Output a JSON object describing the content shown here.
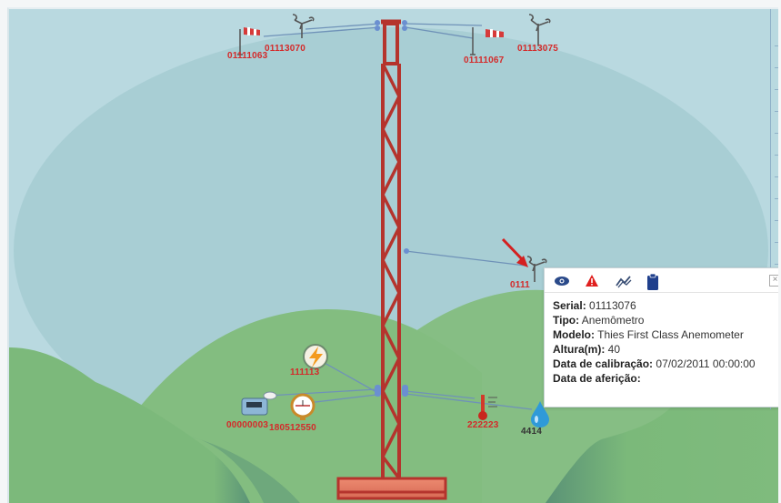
{
  "scene": {
    "title": "Torre anemométrica",
    "colors": {
      "sky": "#b9d9e0",
      "dome": "#a7cfd4",
      "hill_light": "#86bf83",
      "hill_mid": "#7bb97a",
      "hill_dark": "#5a9375",
      "tower": "#b5342d",
      "base": "#e8826b",
      "label": "#d42a2a",
      "cable": "#6f92b8",
      "connector": "#6b8fd0"
    }
  },
  "sensors": [
    {
      "id": "wind-vane-top-left",
      "kind": "wind-vane",
      "serial": "01111063"
    },
    {
      "id": "anemometer-top-left",
      "kind": "anemometer",
      "serial": "01113070"
    },
    {
      "id": "wind-vane-top-right",
      "kind": "wind-vane",
      "serial": "01111067"
    },
    {
      "id": "anemometer-top-right",
      "kind": "anemometer",
      "serial": "01113075"
    },
    {
      "id": "anemometer-mid-right",
      "kind": "anemometer",
      "serial": "0111",
      "selected": true
    },
    {
      "id": "power-sensor",
      "kind": "power",
      "serial": "111113"
    },
    {
      "id": "datalogger",
      "kind": "datalogger",
      "serial": "00000003"
    },
    {
      "id": "barometer",
      "kind": "barometer",
      "serial": "180512550"
    },
    {
      "id": "thermometer",
      "kind": "thermometer",
      "serial": "222223"
    },
    {
      "id": "rain-gauge",
      "kind": "humidity",
      "serial": "4414"
    }
  ],
  "popup": {
    "toolbar": [
      {
        "name": "view-icon",
        "label": "Visualizar"
      },
      {
        "name": "alert-icon",
        "label": "Alertas"
      },
      {
        "name": "chart-icon",
        "label": "Gráfico"
      },
      {
        "name": "clipboard-icon",
        "label": "Relatório"
      }
    ],
    "close_label": "×",
    "rows": [
      {
        "key": "Serial:",
        "value": "01113076"
      },
      {
        "key": "Tipo:",
        "value": "Anemômetro"
      },
      {
        "key": "Modelo:",
        "value": "Thies First Class Anemometer"
      },
      {
        "key": "Altura(m):",
        "value": "40"
      },
      {
        "key": "Data de calibração:",
        "value": "07/02/2011 00:00:00"
      },
      {
        "key": "Data de aferição:",
        "value": ""
      }
    ]
  }
}
